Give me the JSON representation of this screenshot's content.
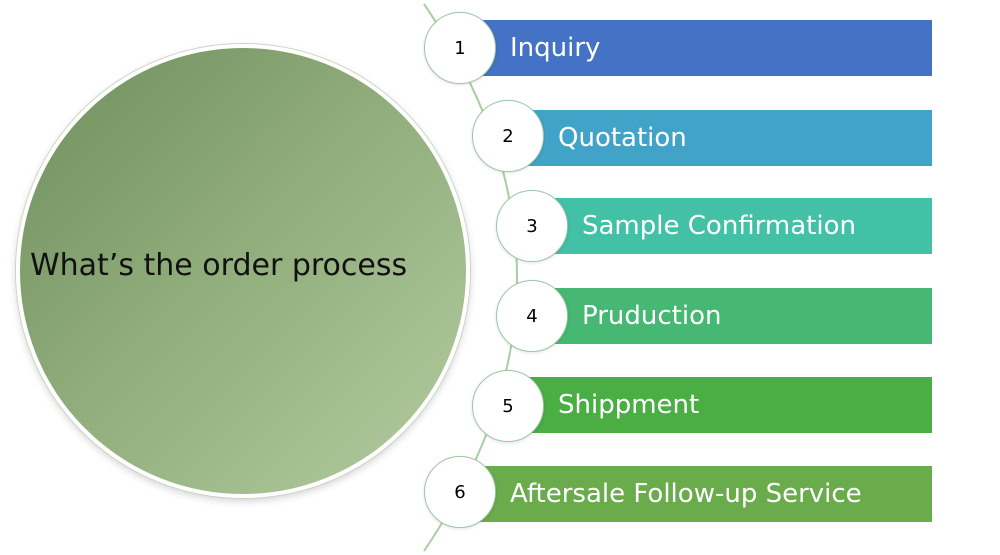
{
  "title": "What’s the order process",
  "colors": {
    "circle_fill": "#8fac7a",
    "connector_line": "#a9cfa0"
  },
  "steps": [
    {
      "number": "1",
      "label": "Inquiry",
      "color": "#4472c4"
    },
    {
      "number": "2",
      "label": "Quotation",
      "color": "#42a3c8"
    },
    {
      "number": "3",
      "label": "Sample Confirmation",
      "color": "#43c1a7"
    },
    {
      "number": "4",
      "label": "Pruduction",
      "color": "#46b873"
    },
    {
      "number": "5",
      "label": "Shippment",
      "color": "#4aae44"
    },
    {
      "number": "6",
      "label": "Aftersale Follow-up Service",
      "color": "#6aab4c"
    }
  ]
}
